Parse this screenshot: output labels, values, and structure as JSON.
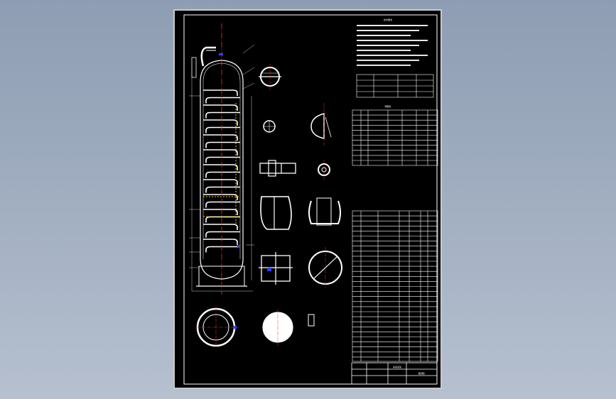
{
  "drawing": {
    "notes_heading": "技术要求",
    "parts_heading": "明细表",
    "title_block_name": "某某某某",
    "title_block_sub": "装配图"
  },
  "colors": {
    "background_gradient_top": "#8e9db3",
    "sheet": "#000000",
    "line_white": "#ffffff",
    "centerline_red": "#ff2a2a",
    "highlight_yellow": "#f2c500",
    "highlight_blue": "#3040ff"
  }
}
